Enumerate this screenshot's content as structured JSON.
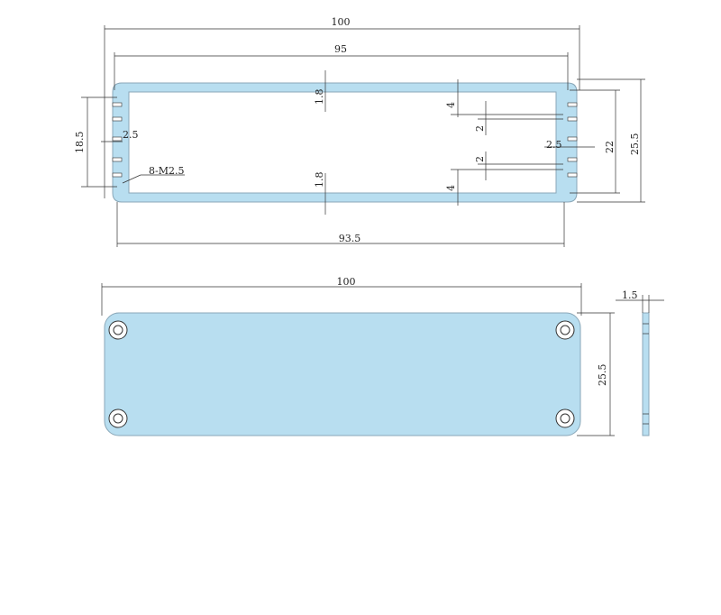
{
  "drawing": {
    "profile_view": {
      "overall_width": "100",
      "inner_width": "95",
      "bottom_width": "93.5",
      "wall_top": "1.8",
      "wall_bottom": "1.8",
      "slot_left_height": "18.5",
      "slot_left_depth": "2.5",
      "screw_label": "8-M2.5",
      "right_slot_depth": "2.5",
      "slot_top_offset": "4",
      "slot_bottom_offset": "4",
      "slot_gap_top": "2",
      "slot_gap_bottom": "2",
      "inner_height": "22",
      "overall_height": "25.5"
    },
    "end_plate_view": {
      "width": "100",
      "height": "25.5",
      "thickness": "1.5"
    }
  },
  "colors": {
    "body_fill": "#b8def0",
    "outline": "#8aa7b8",
    "dimension_line": "#333333"
  }
}
